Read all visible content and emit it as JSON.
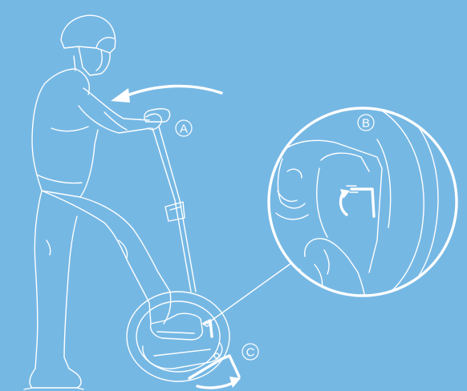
{
  "callouts": {
    "a": "A",
    "b": "B",
    "c": "C"
  },
  "colors": {
    "background": "#76b8e4",
    "line": "#ffffff"
  }
}
